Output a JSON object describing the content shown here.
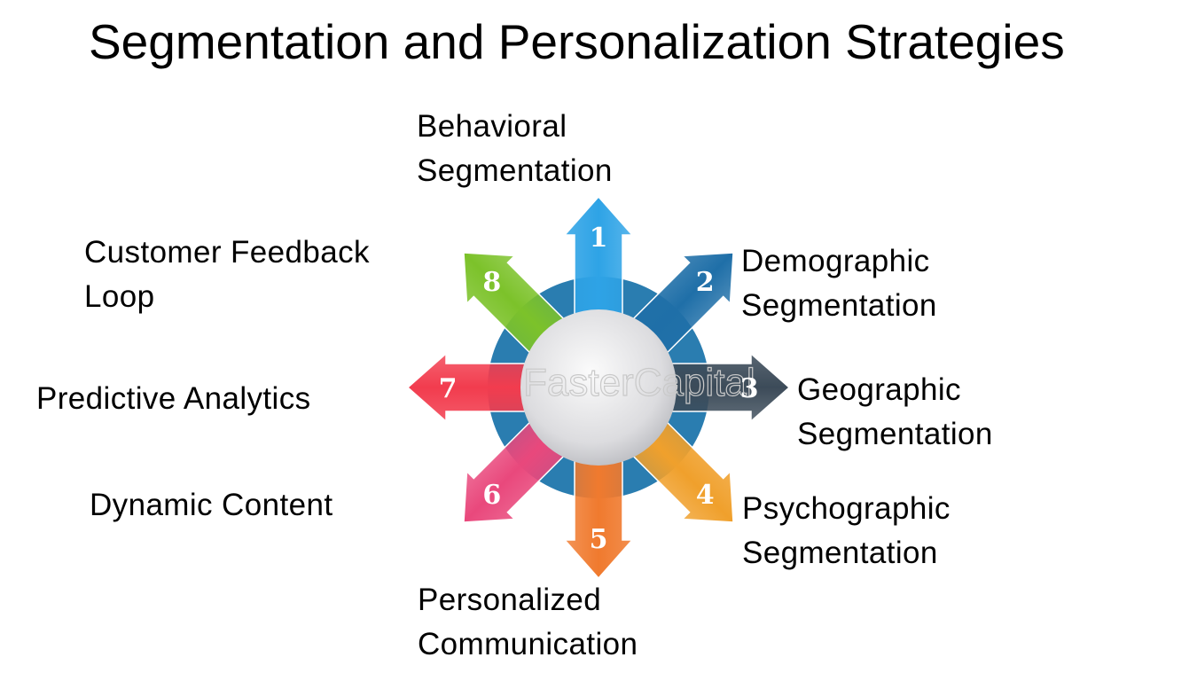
{
  "title": "Segmentation and Personalization Strategies",
  "watermark": "FasterCapital",
  "colors": {
    "ring": "#2a7db0",
    "sphere": "#e4e4e6"
  },
  "items": [
    {
      "number": "1",
      "line1": "Behavioral",
      "line2": "Segmentation",
      "color": "#2ea3e6"
    },
    {
      "number": "2",
      "line1": "Demographic",
      "line2": "Segmentation",
      "color": "#1f6fa8"
    },
    {
      "number": "3",
      "line1": "Geographic",
      "line2": "Segmentation",
      "color": "#3c4b59"
    },
    {
      "number": "4",
      "line1": "Psychographic",
      "line2": "Segmentation",
      "color": "#f0a02c"
    },
    {
      "number": "5",
      "line1": "Personalized",
      "line2": "Communication",
      "color": "#f07a2e"
    },
    {
      "number": "6",
      "line1": "Dynamic Content",
      "line2": "",
      "color": "#e9487c"
    },
    {
      "number": "7",
      "line1": "Predictive Analytics",
      "line2": "",
      "color": "#f23c4e"
    },
    {
      "number": "8",
      "line1": "Customer Feedback",
      "line2": "Loop",
      "color": "#7cc22a"
    }
  ]
}
